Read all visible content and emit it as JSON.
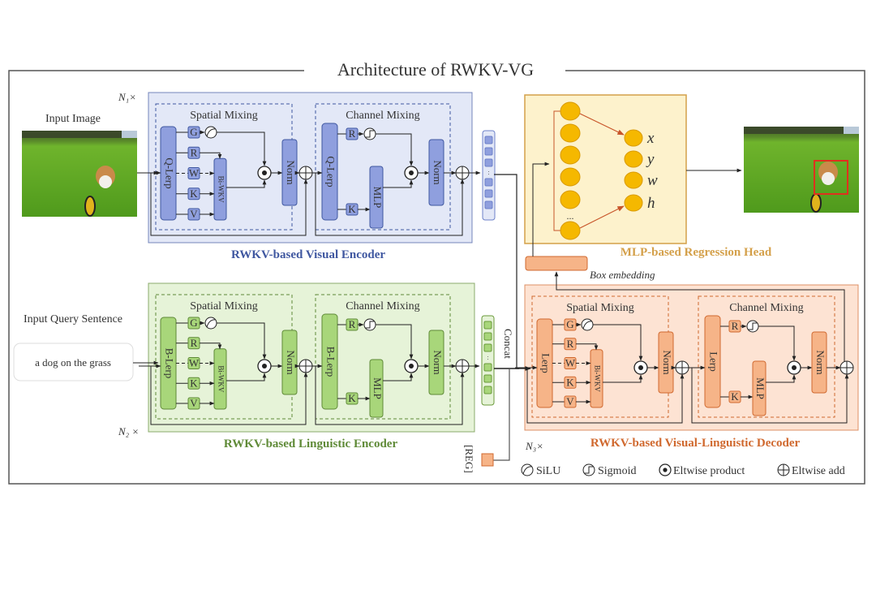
{
  "title": "Architecture of RWKV-VG",
  "inputs": {
    "image_label": "Input Image",
    "query_label": "Input Query Sentence",
    "query_text": "a dog on the grass"
  },
  "repeat": {
    "visual": "N₁×",
    "linguistic": "N₂ ×",
    "decoder": "N₃×"
  },
  "visual_encoder": {
    "name": "RWKV-based Visual Encoder",
    "color": "#3f57a0",
    "fill": "#e3e8f7",
    "block_fill": "#8f9fde",
    "spatial": {
      "title": "Spatial Mixing",
      "lerp": "Q-Lerp",
      "gates": [
        "G",
        "R",
        "W",
        "K",
        "V"
      ],
      "wkv": "Bi-WKV",
      "norm": "Norm"
    },
    "channel": {
      "title": "Channel Mixing",
      "lerp": "Q-Lerp",
      "gates": [
        "R",
        "K"
      ],
      "mlp": "MLP",
      "norm": "Norm"
    }
  },
  "linguistic_encoder": {
    "name": "RWKV-based Linguistic Encoder",
    "color": "#5f8a37",
    "fill": "#e6f3d8",
    "block_fill": "#a8d67a",
    "spatial": {
      "title": "Spatial Mixing",
      "lerp": "B-Lerp",
      "gates": [
        "G",
        "R",
        "W",
        "K",
        "V"
      ],
      "wkv": "Bi-WKV",
      "norm": "Norm"
    },
    "channel": {
      "title": "Channel Mixing",
      "lerp": "B-Lerp",
      "gates": [
        "R",
        "K"
      ],
      "mlp": "MLP",
      "norm": "Norm"
    }
  },
  "decoder": {
    "name": "RWKV-based Visual-Linguistic Decoder",
    "color": "#d0692f",
    "fill": "#fde3d3",
    "block_fill": "#f6b488",
    "spatial": {
      "title": "Spatial Mixing",
      "lerp": "Lerp",
      "gates": [
        "G",
        "R",
        "W",
        "K",
        "V"
      ],
      "wkv": "Bi-WKV",
      "norm": "Norm"
    },
    "channel": {
      "title": "Channel Mixing",
      "lerp": "Lerp",
      "gates": [
        "R",
        "K"
      ],
      "mlp": "MLP",
      "norm": "Norm"
    }
  },
  "head": {
    "name": "MLP-based Regression Head",
    "color": "#d4a04a",
    "fill": "#fdf2cc",
    "node_color": "#f5b800",
    "outputs": [
      "x",
      "y",
      "w",
      "h"
    ],
    "ellipsis": "...",
    "box_embedding": "Box embedding"
  },
  "tokens": {
    "concat": "Concat",
    "reg": "[REG]",
    "ellipsis": ":"
  },
  "legend": [
    {
      "icon": "silu-icon",
      "label": "SiLU"
    },
    {
      "icon": "sigmoid-icon",
      "label": "Sigmoid"
    },
    {
      "icon": "eltwise-product-icon",
      "label": "Eltwise product"
    },
    {
      "icon": "eltwise-add-icon",
      "label": "Eltwise add"
    }
  ],
  "output_box_color": "#e0301e"
}
